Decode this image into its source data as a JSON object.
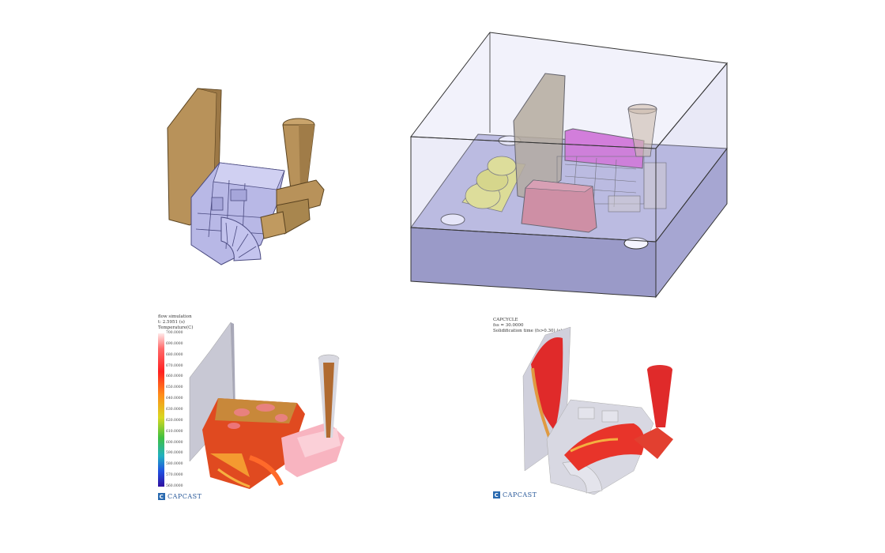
{
  "flow_sim": {
    "title": "flow simulation",
    "time": "t: 2.5951 (s)",
    "quantity": "Temperature(C)",
    "ticks": [
      "700.0000",
      "690.0000",
      "680.0000",
      "670.0000",
      "660.0000",
      "650.0000",
      "640.0000",
      "630.0000",
      "620.0000",
      "610.0000",
      "600.0000",
      "590.0000",
      "580.0000",
      "570.0000",
      "560.0000"
    ],
    "logo_text": "CAPCAST",
    "logo_mark": "C"
  },
  "solid_sim": {
    "title": "CAPCYCLE",
    "fs": "fss = 30.0000",
    "sub": "Solidification time (fs>0.30) (s)",
    "logo_text": "CAPCAST",
    "logo_mark": "C"
  },
  "colors": {
    "casting": "#b8b8e6",
    "riser": "#b8925a",
    "mold": "#9c9cd0",
    "hot": "#d42a2a",
    "core_yellow": "#e6e66a",
    "insert_pink": "#d27080",
    "insert_magenta": "#d25ad2"
  }
}
